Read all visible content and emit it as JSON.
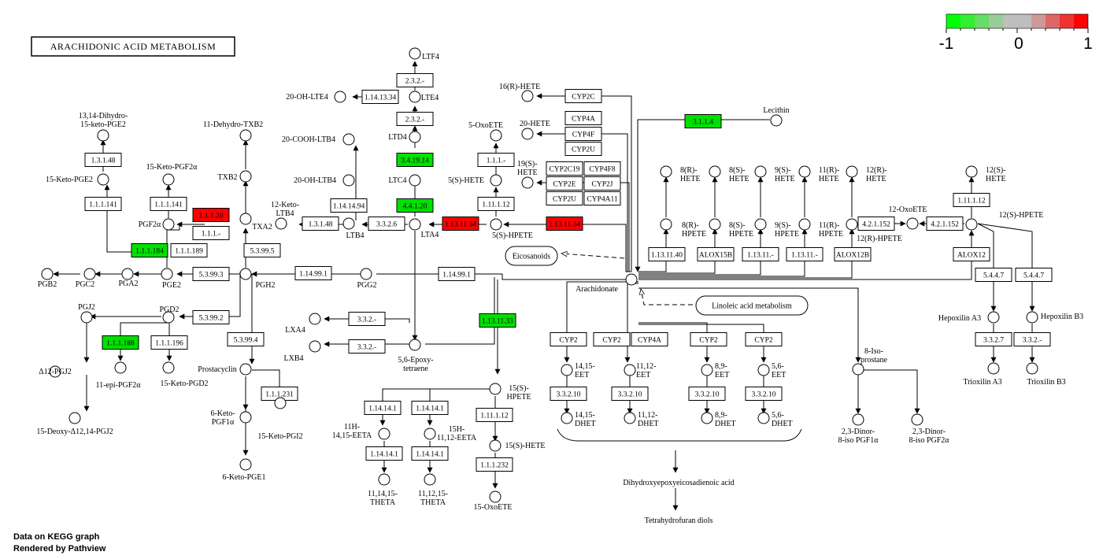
{
  "title": "ARACHIDONIC ACID METABOLISM",
  "legend": {
    "labels": [
      "-1",
      "0",
      "1"
    ],
    "colors": [
      "#00ff00",
      "#33ee33",
      "#66dd66",
      "#99cc99",
      "#bebebe",
      "#bebebe",
      "#cc9999",
      "#dd6666",
      "#ee3333",
      "#ff0000"
    ]
  },
  "colors": {
    "up": "#ff0000",
    "down": "#00e000",
    "neutral": "#ffffff"
  },
  "footer": [
    "Data on KEGG graph",
    "Rendered by Pathview"
  ],
  "enzymes": [
    {
      "id": "e1",
      "label": "1.3.1.48",
      "fill": "neutral"
    },
    {
      "id": "e2",
      "label": "1.1.1.141",
      "fill": "neutral"
    },
    {
      "id": "e3",
      "label": "1.1.1.141",
      "fill": "neutral"
    },
    {
      "id": "e4",
      "label": "1.1.1.20",
      "fill": "up"
    },
    {
      "id": "e5",
      "label": "1.1.1.-",
      "fill": "neutral"
    },
    {
      "id": "e6",
      "label": "1.1.1.184",
      "fill": "down"
    },
    {
      "id": "e7",
      "label": "1.1.1.189",
      "fill": "neutral"
    },
    {
      "id": "e8",
      "label": "5.3.99.3",
      "fill": "neutral"
    },
    {
      "id": "e9",
      "label": "5.3.99.5",
      "fill": "neutral"
    },
    {
      "id": "e10",
      "label": "5.3.99.2",
      "fill": "neutral"
    },
    {
      "id": "e11",
      "label": "1.1.1.188",
      "fill": "down"
    },
    {
      "id": "e12",
      "label": "1.1.1.196",
      "fill": "neutral"
    },
    {
      "id": "e13",
      "label": "5.3.99.4",
      "fill": "neutral"
    },
    {
      "id": "e14",
      "label": "1.1.1.231",
      "fill": "neutral"
    },
    {
      "id": "e15",
      "label": "1.14.99.1",
      "fill": "neutral"
    },
    {
      "id": "e16",
      "label": "1.14.99.1",
      "fill": "neutral"
    },
    {
      "id": "e17",
      "label": "2.3.2.-",
      "fill": "neutral"
    },
    {
      "id": "e18",
      "label": "1.14.13.34",
      "fill": "neutral"
    },
    {
      "id": "e19",
      "label": "2.3.2.-",
      "fill": "neutral"
    },
    {
      "id": "e20",
      "label": "3.4.19.14",
      "fill": "down"
    },
    {
      "id": "e21",
      "label": "1.14.14.94",
      "fill": "neutral"
    },
    {
      "id": "e22",
      "label": "1.3.1.48",
      "fill": "neutral"
    },
    {
      "id": "e23",
      "label": "3.3.2.6",
      "fill": "neutral"
    },
    {
      "id": "e24",
      "label": "4.4.1.20",
      "fill": "down"
    },
    {
      "id": "e25",
      "label": "1.13.11.34",
      "fill": "up"
    },
    {
      "id": "e26",
      "label": "1.13.11.34",
      "fill": "up"
    },
    {
      "id": "e27",
      "label": "1.1.1.-",
      "fill": "neutral"
    },
    {
      "id": "e28",
      "label": "1.11.1.12",
      "fill": "neutral"
    },
    {
      "id": "e29",
      "label": "3.3.2.-",
      "fill": "neutral"
    },
    {
      "id": "e30",
      "label": "3.3.2.-",
      "fill": "neutral"
    },
    {
      "id": "e31",
      "label": "1.13.11.33",
      "fill": "down"
    },
    {
      "id": "e32",
      "label": "1.14.14.1",
      "fill": "neutral"
    },
    {
      "id": "e33",
      "label": "1.14.14.1",
      "fill": "neutral"
    },
    {
      "id": "e34",
      "label": "1.14.14.1",
      "fill": "neutral"
    },
    {
      "id": "e35",
      "label": "1.14.14.1",
      "fill": "neutral"
    },
    {
      "id": "e36",
      "label": "1.11.1.12",
      "fill": "neutral"
    },
    {
      "id": "e37",
      "label": "1.1.1.232",
      "fill": "neutral"
    },
    {
      "id": "e38",
      "label": "CYP2C",
      "fill": "neutral"
    },
    {
      "id": "e39",
      "label": "CYP4A",
      "fill": "neutral"
    },
    {
      "id": "e40",
      "label": "CYP4F",
      "fill": "neutral"
    },
    {
      "id": "e41",
      "label": "CYP2U",
      "fill": "neutral"
    },
    {
      "id": "e42",
      "label": "CYP2C19",
      "fill": "neutral"
    },
    {
      "id": "e43",
      "label": "CYP4F8",
      "fill": "neutral"
    },
    {
      "id": "e44",
      "label": "CYP2E",
      "fill": "neutral"
    },
    {
      "id": "e45",
      "label": "CYP2J",
      "fill": "neutral"
    },
    {
      "id": "e46",
      "label": "CYP2U",
      "fill": "neutral"
    },
    {
      "id": "e47",
      "label": "CYP4A11",
      "fill": "neutral"
    },
    {
      "id": "e48",
      "label": "3.1.1.4",
      "fill": "down"
    },
    {
      "id": "e49",
      "label": "1.13.11.40",
      "fill": "neutral"
    },
    {
      "id": "e50",
      "label": "ALOX15B",
      "fill": "neutral"
    },
    {
      "id": "e51",
      "label": "1.13.11.-",
      "fill": "neutral"
    },
    {
      "id": "e52",
      "label": "1.13.11.-",
      "fill": "neutral"
    },
    {
      "id": "e53",
      "label": "ALOX12B",
      "fill": "neutral"
    },
    {
      "id": "e54",
      "label": "4.2.1.152",
      "fill": "neutral"
    },
    {
      "id": "e55",
      "label": "4.2.1.152",
      "fill": "neutral"
    },
    {
      "id": "e56",
      "label": "1.11.1.12",
      "fill": "neutral"
    },
    {
      "id": "e57",
      "label": "ALOX12",
      "fill": "neutral"
    },
    {
      "id": "e58",
      "label": "5.4.4.7",
      "fill": "neutral"
    },
    {
      "id": "e59",
      "label": "5.4.4.7",
      "fill": "neutral"
    },
    {
      "id": "e60",
      "label": "3.3.2.7",
      "fill": "neutral"
    },
    {
      "id": "e61",
      "label": "3.3.2.-",
      "fill": "neutral"
    },
    {
      "id": "e62",
      "label": "CYP2",
      "fill": "neutral"
    },
    {
      "id": "e63",
      "label": "CYP2",
      "fill": "neutral"
    },
    {
      "id": "e64",
      "label": "CYP4A",
      "fill": "neutral"
    },
    {
      "id": "e65",
      "label": "CYP2",
      "fill": "neutral"
    },
    {
      "id": "e66",
      "label": "CYP2",
      "fill": "neutral"
    },
    {
      "id": "e67",
      "label": "3.3.2.10",
      "fill": "neutral"
    },
    {
      "id": "e68",
      "label": "3.3.2.10",
      "fill": "neutral"
    },
    {
      "id": "e69",
      "label": "3.3.2.10",
      "fill": "neutral"
    },
    {
      "id": "e70",
      "label": "3.3.2.10",
      "fill": "neutral"
    }
  ],
  "compounds": [
    {
      "id": "c1",
      "label": "13,14-Dihydro-\n15-keto-PGE2"
    },
    {
      "id": "c2",
      "label": "15-Keto-PGE2"
    },
    {
      "id": "c3",
      "label": "15-Keto-PGF2α"
    },
    {
      "id": "c4",
      "label": "PGF2α"
    },
    {
      "id": "c5",
      "label": "11-Dehydro-TXB2"
    },
    {
      "id": "c6",
      "label": "TXB2"
    },
    {
      "id": "c7",
      "label": "TXA2"
    },
    {
      "id": "c8",
      "label": "PGB2"
    },
    {
      "id": "c9",
      "label": "PGC2"
    },
    {
      "id": "c10",
      "label": "PGA2"
    },
    {
      "id": "c11",
      "label": "PGE2"
    },
    {
      "id": "c12",
      "label": "PGH2"
    },
    {
      "id": "c13",
      "label": "PGG2"
    },
    {
      "id": "c14",
      "label": "PGJ2"
    },
    {
      "id": "c15",
      "label": "PGD2"
    },
    {
      "id": "c16",
      "label": "Δ12-PGJ2"
    },
    {
      "id": "c17",
      "label": "11-epi-PGF2α"
    },
    {
      "id": "c18",
      "label": "15-Keto-PGD2"
    },
    {
      "id": "c19",
      "label": "15-Deoxy-Δ12,14-PGJ2"
    },
    {
      "id": "c20",
      "label": "Prostacyclin"
    },
    {
      "id": "c21",
      "label": "6-Keto-\nPGF1α"
    },
    {
      "id": "c22",
      "label": "15-Keto-PGI2"
    },
    {
      "id": "c23",
      "label": "6-Keto-PGE1"
    },
    {
      "id": "c24",
      "label": "LTF4"
    },
    {
      "id": "c25",
      "label": "LTE4"
    },
    {
      "id": "c26",
      "label": "20-OH-LTE4"
    },
    {
      "id": "c27",
      "label": "LTD4"
    },
    {
      "id": "c28",
      "label": "LTC4"
    },
    {
      "id": "c29",
      "label": "20-COOH-LTB4"
    },
    {
      "id": "c30",
      "label": "20-OH-LTB4"
    },
    {
      "id": "c31",
      "label": "12-Keto-\nLTB4"
    },
    {
      "id": "c32",
      "label": "LTB4"
    },
    {
      "id": "c33",
      "label": "LTA4"
    },
    {
      "id": "c34",
      "label": "5-OxoETE"
    },
    {
      "id": "c35",
      "label": "5(S)-HETE"
    },
    {
      "id": "c36",
      "label": "5(S)-HPETE"
    },
    {
      "id": "c37",
      "label": "LXA4"
    },
    {
      "id": "c38",
      "label": "LXB4"
    },
    {
      "id": "c39",
      "label": "5,6-Epoxy-\ntetraene"
    },
    {
      "id": "c40",
      "label": "15(S)-\nHPETE"
    },
    {
      "id": "c41",
      "label": "11H-\n14,15-EETA"
    },
    {
      "id": "c42",
      "label": "15H-\n11,12-EETA"
    },
    {
      "id": "c43",
      "label": "11,14,15-\nTHETA"
    },
    {
      "id": "c44",
      "label": "11,12,15-\nTHETA"
    },
    {
      "id": "c45",
      "label": "15(S)-HETE"
    },
    {
      "id": "c46",
      "label": "15-OxoETE"
    },
    {
      "id": "c47",
      "label": "16(R)-HETE"
    },
    {
      "id": "c48",
      "label": "20-HETE"
    },
    {
      "id": "c49",
      "label": "19(S)-\nHETE"
    },
    {
      "id": "c50",
      "label": "Arachidonate"
    },
    {
      "id": "c51",
      "label": "Lecithin"
    },
    {
      "id": "c52",
      "label": "8(R)-\nHETE"
    },
    {
      "id": "c53",
      "label": "8(S)-\nHETE"
    },
    {
      "id": "c54",
      "label": "9(S)-\nHETE"
    },
    {
      "id": "c55",
      "label": "11(R)-\nHETE"
    },
    {
      "id": "c56",
      "label": "12(R)-\nHETE"
    },
    {
      "id": "c57",
      "label": "12(S)-\nHETE"
    },
    {
      "id": "c58",
      "label": "8(R)-\nHPETE"
    },
    {
      "id": "c59",
      "label": "8(S)-\nHPETE"
    },
    {
      "id": "c60",
      "label": "9(S)-\nHPETE"
    },
    {
      "id": "c61",
      "label": "11(R)-\nHPETE"
    },
    {
      "id": "c62",
      "label": "12(R)-HPETE"
    },
    {
      "id": "c63",
      "label": "12-OxoETE"
    },
    {
      "id": "c64",
      "label": "12(S)-HPETE"
    },
    {
      "id": "c65",
      "label": "Hepoxilin A3"
    },
    {
      "id": "c66",
      "label": "Hepoxilin B3"
    },
    {
      "id": "c67",
      "label": "Trioxilin A3"
    },
    {
      "id": "c68",
      "label": "Trioxilin B3"
    },
    {
      "id": "c69",
      "label": "14,15-\nEET"
    },
    {
      "id": "c70",
      "label": "11,12-\nEET"
    },
    {
      "id": "c71",
      "label": "8,9-\nEET"
    },
    {
      "id": "c72",
      "label": "5,6-\nEET"
    },
    {
      "id": "c73",
      "label": "14,15-\nDHET"
    },
    {
      "id": "c74",
      "label": "11,12-\nDHET"
    },
    {
      "id": "c75",
      "label": "8,9-\nDHET"
    },
    {
      "id": "c76",
      "label": "5,6-\nDHET"
    },
    {
      "id": "c77",
      "label": "8-Iso-\nprostane"
    },
    {
      "id": "c78",
      "label": "2,3-Dinor-\n8-iso PGF1α"
    },
    {
      "id": "c79",
      "label": "2,3-Dinor-\n8-iso PGF2α"
    }
  ],
  "maps": [
    {
      "id": "m1",
      "label": "Eicosanoids"
    },
    {
      "id": "m2",
      "label": "Linoleic acid metabolism"
    }
  ],
  "free_labels": [
    {
      "id": "t1",
      "label": "Dihydroxyepoxyeicosadienoic acid"
    },
    {
      "id": "t2",
      "label": "Tetrahydrofuran diols"
    }
  ]
}
